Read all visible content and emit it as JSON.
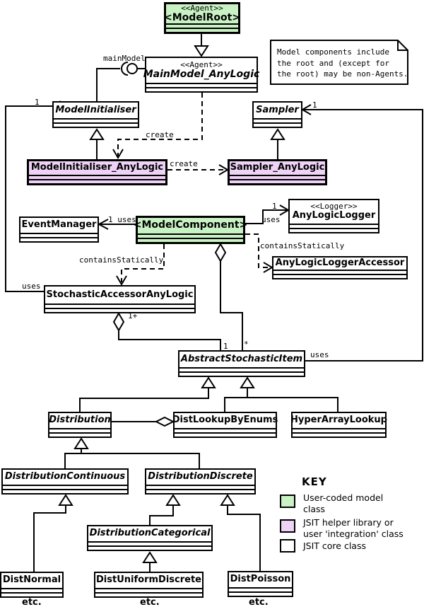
{
  "colors": {
    "user_coded_fill": "#c9f2c4",
    "helper_fill": "#eed3f6",
    "core_fill": "#ffffff",
    "line": "#000000"
  },
  "note": {
    "lines": {
      "0": "Model components include",
      "1": "the root and (except for",
      "2": "the root) may be non-Agents."
    }
  },
  "classes": {
    "model_root": {
      "stereotype": "<<Agent>>",
      "name": "<ModelRoot>"
    },
    "main_model": {
      "stereotype": "<<Agent>>",
      "name": "MainModel_AnyLogic"
    },
    "model_initialiser": {
      "name": "ModelInitialiser"
    },
    "sampler": {
      "name": "Sampler"
    },
    "model_initialiser_anylogic": {
      "name": "ModelInitialiser_AnyLogic"
    },
    "sampler_anylogic": {
      "name": "Sampler_AnyLogic"
    },
    "event_manager": {
      "name": "EventManager"
    },
    "model_component": {
      "name": "<ModelComponent>"
    },
    "anylogic_logger": {
      "stereotype": "<<Logger>>",
      "name": "AnyLogicLogger"
    },
    "anylogic_logger_accessor": {
      "name": "AnyLogicLoggerAccessor"
    },
    "stochastic_accessor": {
      "name": "StochasticAccessorAnyLogic"
    },
    "abstract_stochastic_item": {
      "name": "AbstractStochasticItem"
    },
    "distribution": {
      "name": "Distribution"
    },
    "dist_lookup_by_enums": {
      "name": "DistLookupByEnums"
    },
    "hyper_array_lookup": {
      "name": "HyperArrayLookup"
    },
    "distribution_continuous": {
      "name": "DistributionContinuous"
    },
    "distribution_discrete": {
      "name": "DistributionDiscrete"
    },
    "distribution_categorical": {
      "name": "DistributionCategorical"
    },
    "dist_normal": {
      "name": "DistNormal"
    },
    "dist_uniform_discrete": {
      "name": "DistUniformDiscrete"
    },
    "dist_poisson": {
      "name": "DistPoisson"
    }
  },
  "labels": {
    "main_model_interface": "mainModel",
    "create_main": "create",
    "create_sampler": "create",
    "event_manager_uses": "1 uses",
    "logger_mult": "1",
    "logger_uses": "uses",
    "contains_statically_logger": "containsStatically",
    "contains_statically_stochastic": "containsStatically",
    "initialiser_mult": "1",
    "initialiser_uses": "uses",
    "sampler_mult": "1",
    "sampler_uses": "uses",
    "stochastic_mult": "1+",
    "item_mult_one": "1",
    "item_mult_many": "*"
  },
  "etc_labels": {
    "0": "etc.",
    "1": "etc.",
    "2": "etc."
  },
  "key": {
    "title": "KEY",
    "items": {
      "0": {
        "label": "User-coded model class",
        "color": "#c9f2c4"
      },
      "1": {
        "label": "JSIT helper library or user 'integration' class",
        "color": "#eed3f6"
      },
      "2": {
        "label": "JSIT core class",
        "color": "#ffffff"
      }
    }
  }
}
